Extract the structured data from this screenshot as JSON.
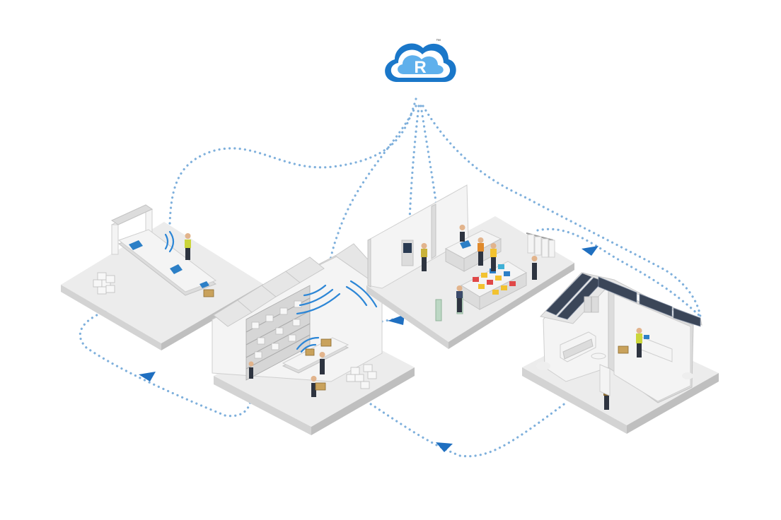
{
  "logo": {
    "letter": "R",
    "trademark": "™",
    "icon": "cloud-icon",
    "colors": {
      "outer": "#1a77c9",
      "inner": "#ffffff",
      "accent": "#5fb0ec"
    }
  },
  "colors": {
    "dotted_line": "#7fb0dc",
    "arrow": "#1f6fc0",
    "signal_waves": "#2c86d6",
    "platform": "#ececec"
  },
  "scenes": [
    {
      "id": "production-line",
      "icon": "conveyor-icon"
    },
    {
      "id": "warehouse",
      "icon": "warehouse-icon"
    },
    {
      "id": "retail-store",
      "icon": "store-icon"
    },
    {
      "id": "home",
      "icon": "house-icon"
    }
  ]
}
